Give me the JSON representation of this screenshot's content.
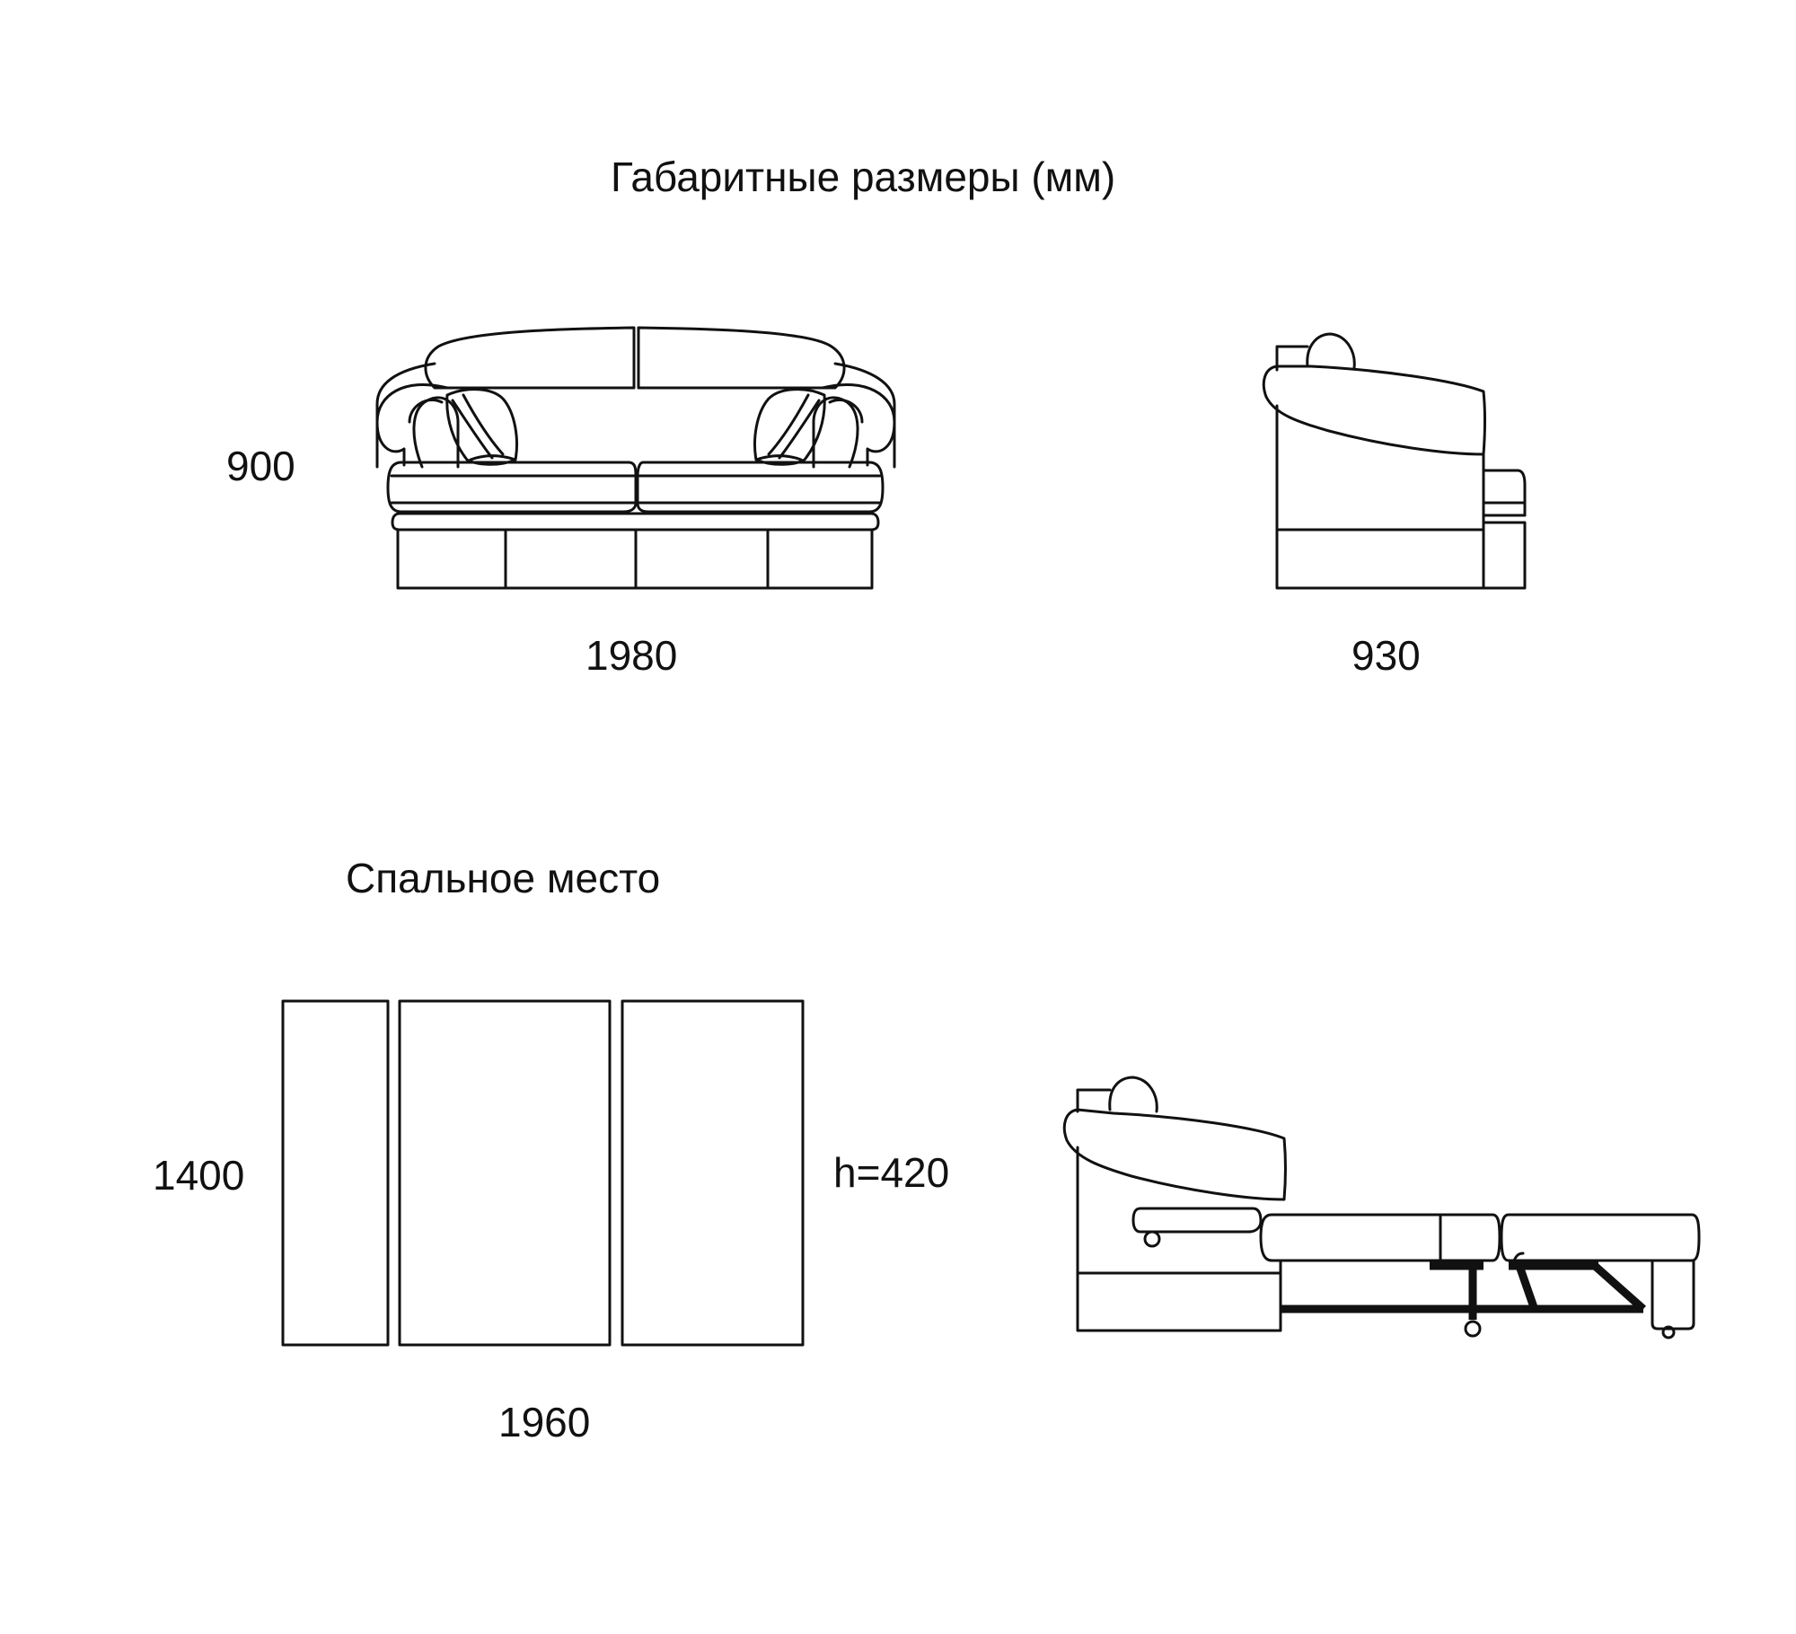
{
  "titles": {
    "overall": "Габаритные размеры (мм)",
    "sleeping": "Спальное место"
  },
  "dimensions": {
    "sofa_height": "900",
    "sofa_width": "1980",
    "sofa_depth": "930",
    "bed_width": "1400",
    "bed_length": "1960",
    "bed_height": "h=420"
  },
  "colors": {
    "line": "#111111",
    "background": "#ffffff"
  }
}
